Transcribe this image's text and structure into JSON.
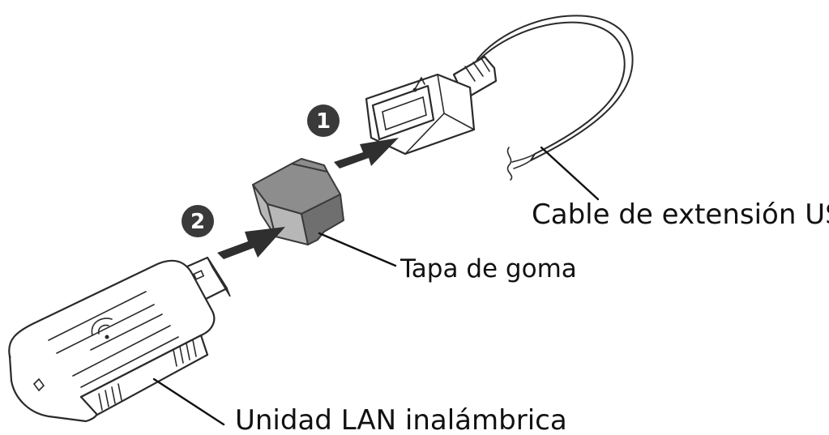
{
  "labels": {
    "usb_cable": "Cable de extensión USB",
    "rubber_cap": "Tapa de goma",
    "wlan_unit": "Unidad LAN inalámbrica"
  },
  "steps": {
    "step1": "1",
    "step2": "2"
  },
  "colors": {
    "line": "#2a2a2a",
    "arrow": "#2f2f2f",
    "cap": "#8d8d8d",
    "step_circle": "#3a3a3a"
  },
  "icons": {
    "usb_logo": "usb-trident-icon",
    "wireless": "wireless-signal-icon"
  }
}
